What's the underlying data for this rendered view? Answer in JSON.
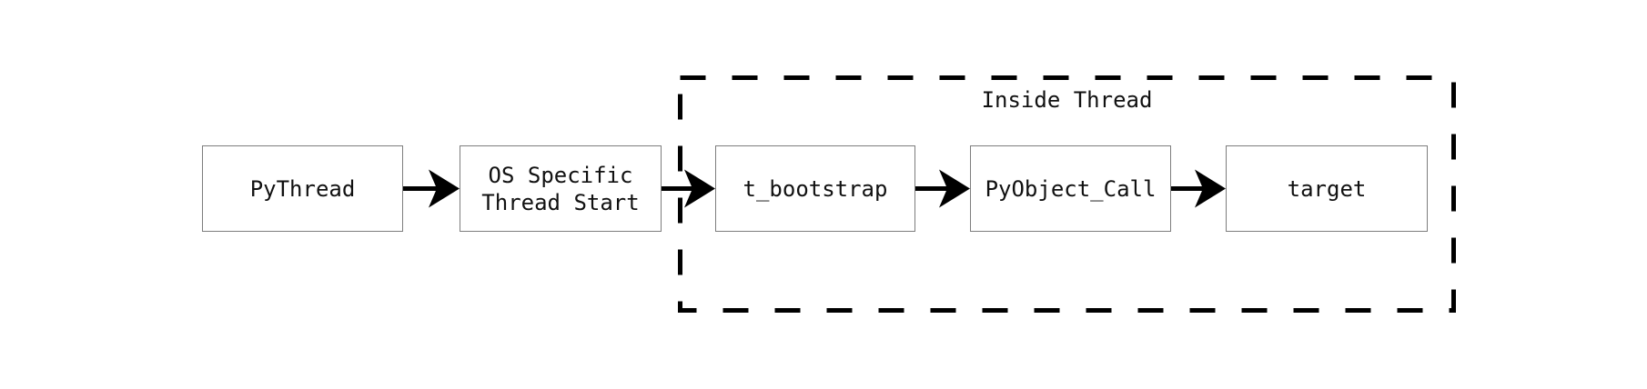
{
  "diagram": {
    "title_hint": "Python thread start flow",
    "group": {
      "label": "Inside Thread",
      "style": "dashed-rectangle",
      "border_color": "#000000",
      "contains": [
        "t_bootstrap",
        "PyObject_Call",
        "target"
      ]
    },
    "nodes": [
      {
        "id": "pythread",
        "label": "PyThread"
      },
      {
        "id": "os-thread-start",
        "label": "OS Specific\nThread Start"
      },
      {
        "id": "t-bootstrap",
        "label": "t_bootstrap"
      },
      {
        "id": "pyobject-call",
        "label": "PyObject_Call"
      },
      {
        "id": "target",
        "label": "target"
      }
    ],
    "edges": [
      {
        "from": "PyThread",
        "to": "OS Specific Thread Start"
      },
      {
        "from": "OS Specific Thread Start",
        "to": "t_bootstrap"
      },
      {
        "from": "t_bootstrap",
        "to": "PyObject_Call"
      },
      {
        "from": "PyObject_Call",
        "to": "target"
      }
    ],
    "colors": {
      "background": "#ffffff",
      "node_border": "#7d7d7d",
      "node_fill": "#ffffff",
      "arrow": "#000000",
      "text": "#111111"
    }
  }
}
